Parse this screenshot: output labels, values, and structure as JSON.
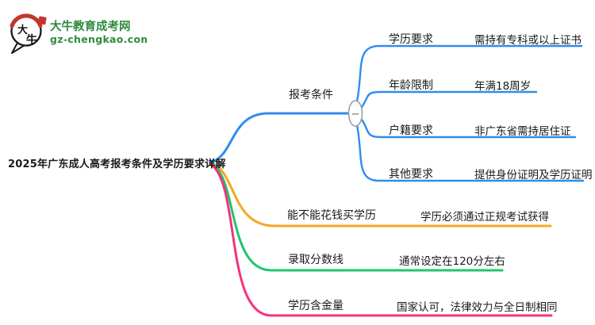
{
  "logo": {
    "site_name": "大牛教育成考网",
    "site_url": "gz-chengkao.com",
    "badge_char_1": "大",
    "badge_char_2": "牛"
  },
  "root": {
    "title": "2025年广东成人高考报考条件及学历要求详解"
  },
  "branches": [
    {
      "label": "报考条件",
      "collapse_glyph": "−",
      "children": [
        {
          "label": "学历要求",
          "value": "需持有专科或以上证书"
        },
        {
          "label": "年龄限制",
          "value": "年满18周岁"
        },
        {
          "label": "户籍要求",
          "value": "非广东省需持居住证"
        },
        {
          "label": "其他要求",
          "value": "提供身份证明及学历证明"
        }
      ]
    },
    {
      "label": "能不能花钱买学历",
      "value": "学历必须通过正规考试获得"
    },
    {
      "label": "录取分数线",
      "value": "通常设定在120分左右"
    },
    {
      "label": "学历含金量",
      "value": "国家认可，法律效力与全日制相同"
    }
  ],
  "colors": {
    "branch_blue": "#2e8cf0",
    "branch_orange": "#f5a623",
    "branch_green": "#1fc56d",
    "branch_pink": "#f5317f",
    "node_stroke": "#9aa0a6",
    "minus_gray": "#666666",
    "logo_green": "#2e8b3d",
    "logo_red": "#c0392b",
    "ink_black": "#141414"
  },
  "icons": {
    "collapse": "minus"
  }
}
